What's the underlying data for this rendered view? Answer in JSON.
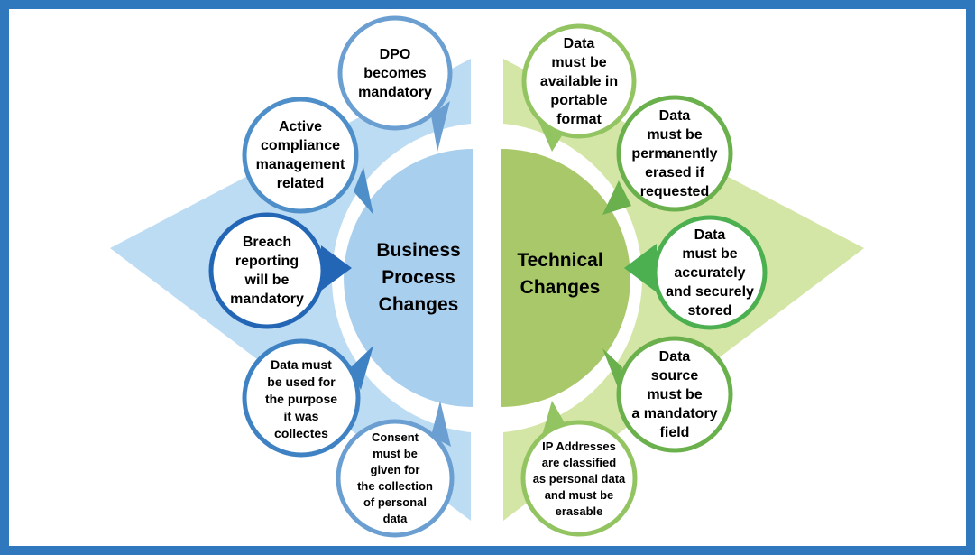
{
  "left_panel": {
    "title": "Business\nProcess\nChanges",
    "color": "#a9cfee",
    "accent": "#2f78be",
    "bubbles": [
      {
        "text": "DPO\nbecomes\nmandatory"
      },
      {
        "text": "Active\ncompliance\nmanagement\nrelated"
      },
      {
        "text": "Breach\nreporting\nwill be\nmandatory"
      },
      {
        "text": "Data must\nbe used for\nthe purpose\nit was\ncollectes"
      },
      {
        "text": "Consent\nmust be\ngiven for\nthe collection\nof personal\ndata"
      }
    ]
  },
  "right_panel": {
    "title": "Technical\nChanges",
    "color": "#a8c86a",
    "accent": "#4caf50",
    "bubbles": [
      {
        "text": "Data\nmust be\navailable in\nportable\nformat"
      },
      {
        "text": "Data\nmust be\npermanently\nerased if\nrequested"
      },
      {
        "text": "Data\nmust be\naccurately\nand securely\nstored"
      },
      {
        "text": "Data\nsource\nmust be\na mandatory\nfield"
      },
      {
        "text": "IP Addresses\nare classified\nas personal data\nand must be\nerasable"
      }
    ]
  }
}
